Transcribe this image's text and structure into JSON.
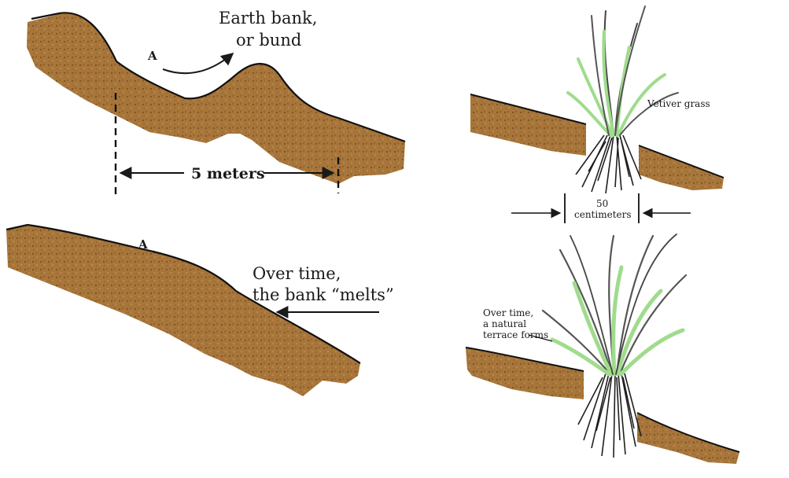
{
  "left_top": {
    "earth_bank_line1": "Earth bank,",
    "earth_bank_line2": "or bund",
    "point_label": "A",
    "distance_label": "5 meters"
  },
  "left_bottom": {
    "point_label": "A",
    "caption_line1": "Over time,",
    "caption_line2": "the bank “melts”"
  },
  "right_top": {
    "grass_label": "Vetiver grass",
    "width_value": "50",
    "width_unit": "centimeters"
  },
  "right_bottom": {
    "caption_line1": "Over time,",
    "caption_line2": "a natural",
    "caption_line3": "terrace forms"
  },
  "colors": {
    "soil": "#a8763a",
    "soil_dark": "#7a5226",
    "grass_light": "#9fdc8c",
    "grass_dark": "#3f3f3f",
    "roots": "#2a2a2a",
    "ink": "#1a1a1a"
  }
}
